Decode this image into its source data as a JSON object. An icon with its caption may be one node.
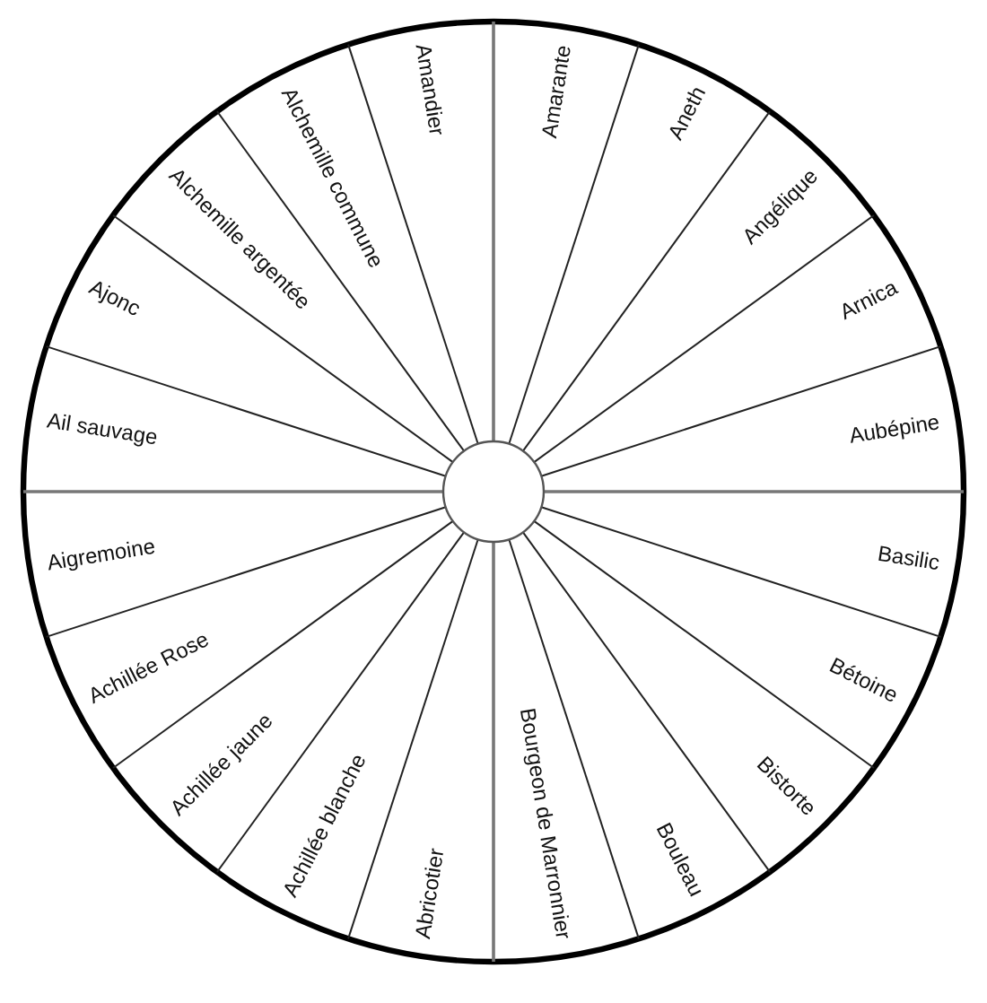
{
  "diagram": {
    "nodes": [
      {
        "text": [
          "Abricotier"
        ]
      },
      {
        "text": [
          "Achillée blanche"
        ]
      },
      {
        "text": [
          "Achillée jaune"
        ]
      },
      {
        "text": [
          "Achillée Rose"
        ]
      },
      {
        "text": [
          "Aigremoine"
        ]
      },
      {
        "text": [
          "Ail sauvage"
        ]
      },
      {
        "text": [
          "Ajonc"
        ]
      },
      {
        "text": [
          "Alchemille argentée"
        ]
      },
      {
        "text": [
          "Alchemille commune"
        ]
      },
      {
        "text": [
          "Amandier"
        ]
      },
      {
        "text": [
          "Amarante"
        ]
      },
      {
        "text": [
          "Aneth"
        ]
      },
      {
        "text": [
          "Angélique"
        ]
      },
      {
        "text": [
          "Arnica"
        ]
      },
      {
        "text": [
          "Aubépine"
        ]
      },
      {
        "text": [
          "Basilic"
        ]
      },
      {
        "text": [
          "Bétoine"
        ]
      },
      {
        "text": [
          "Bistorte"
        ]
      },
      {
        "text": [
          "Bouleau"
        ]
      },
      {
        "text": [
          "Bourgeon de Marronnier"
        ]
      },
      {
        "text": [],
        "shape": "circle"
      }
    ]
  }
}
